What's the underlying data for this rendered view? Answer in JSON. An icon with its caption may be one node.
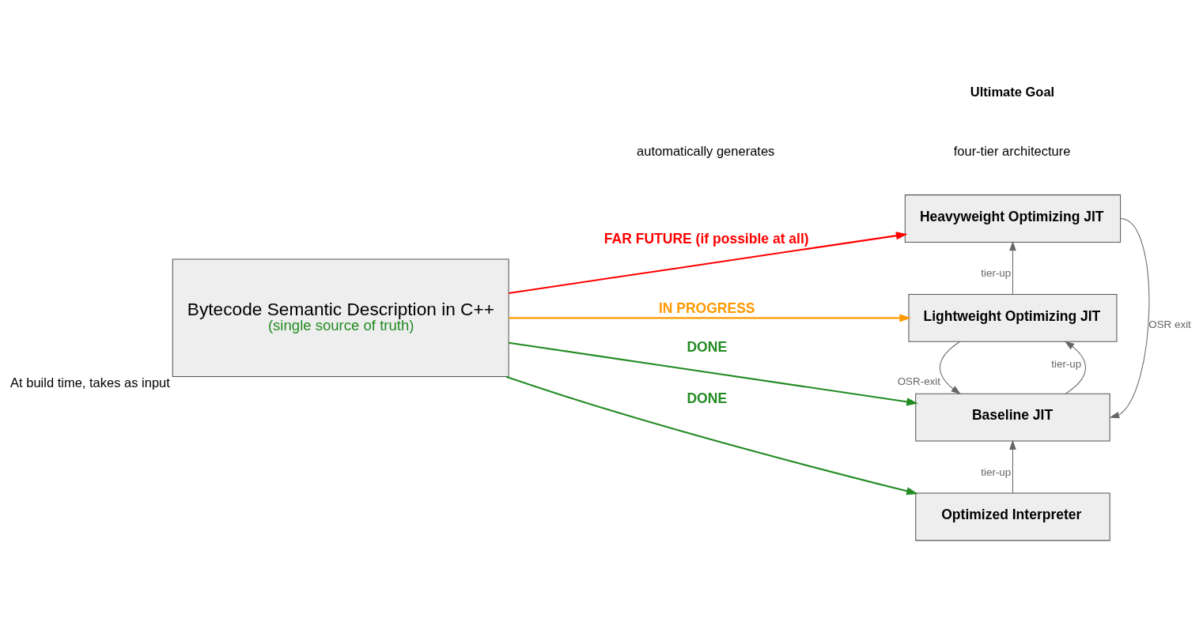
{
  "diagram": {
    "nodes": [
      {
        "text": [
          "Bytecode Semantic Description in C++",
          "(single source of truth)"
        ],
        "beside": [
          "At build time, takes as input"
        ]
      },
      {
        "text": [
          "Heavyweight Optimizing JIT"
        ]
      },
      {
        "text": [
          "Lightweight Optimizing JIT"
        ]
      },
      {
        "text": [
          "Baseline JIT"
        ]
      },
      {
        "text": [
          "Optimized Interpreter"
        ]
      }
    ],
    "edges": [
      {
        "from": 0,
        "to": 1,
        "arrow": "to",
        "label": "FAR FUTURE (if possible at all)",
        "color": "#ff0000"
      },
      {
        "from": 0,
        "to": 2,
        "arrow": "to",
        "label": "IN PROGRESS",
        "color": "#ff9900"
      },
      {
        "from": 0,
        "to": 3,
        "arrow": "to",
        "label": "DONE",
        "color": "#228b22"
      },
      {
        "from": 0,
        "to": 4,
        "arrow": "to",
        "label": "DONE",
        "color": "#228b22"
      },
      {
        "from": 2,
        "to": 1,
        "arrow": "to",
        "label": "tier-up",
        "color": "#666666"
      },
      {
        "from": 3,
        "to": 2,
        "arrow": "to",
        "label": "tier-up",
        "color": "#666666"
      },
      {
        "from": 2,
        "to": 3,
        "arrow": "to",
        "label": "OSR-exit",
        "color": "#666666"
      },
      {
        "from": 4,
        "to": 3,
        "arrow": "to",
        "label": "tier-up",
        "color": "#666666"
      },
      {
        "from": 1,
        "to": 3,
        "arrow": "to",
        "label": "OSR exit",
        "color": "#666666"
      }
    ],
    "labels": [
      "Ultimate Goal",
      "four-tier architecture",
      "automatically generates"
    ]
  }
}
